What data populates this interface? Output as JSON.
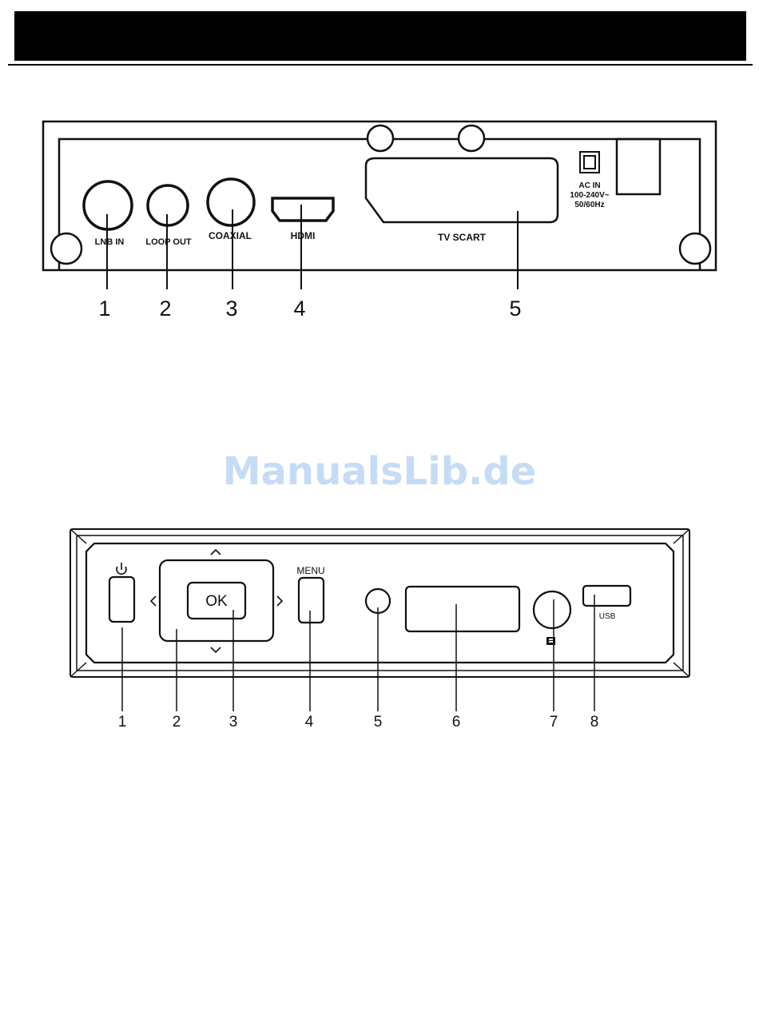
{
  "rear_panel": {
    "labels": {
      "lnb_in": "LNB IN",
      "loop_out": "LOOP OUT",
      "coaxial": "COAXIAL",
      "hdmi": "HDMI",
      "tv_scart": "TV SCART",
      "ac_in": "AC IN",
      "voltage": "100-240V~",
      "frequency": "50/60Hz"
    },
    "callouts": [
      "1",
      "2",
      "3",
      "4",
      "5"
    ]
  },
  "watermark": "ManualsLib.de",
  "front_panel": {
    "labels": {
      "ok": "OK",
      "menu": "MENU",
      "usb": "USB"
    },
    "icons": [
      "power-icon",
      "arrow-up-icon",
      "arrow-down-icon",
      "arrow-left-icon",
      "arrow-right-icon",
      "ir-sensor-icon"
    ],
    "callouts": [
      "1",
      "2",
      "3",
      "4",
      "5",
      "6",
      "7",
      "8"
    ]
  },
  "colors": {
    "ink": "#111111",
    "header": "#000000",
    "watermark": "#c6dcf5"
  }
}
